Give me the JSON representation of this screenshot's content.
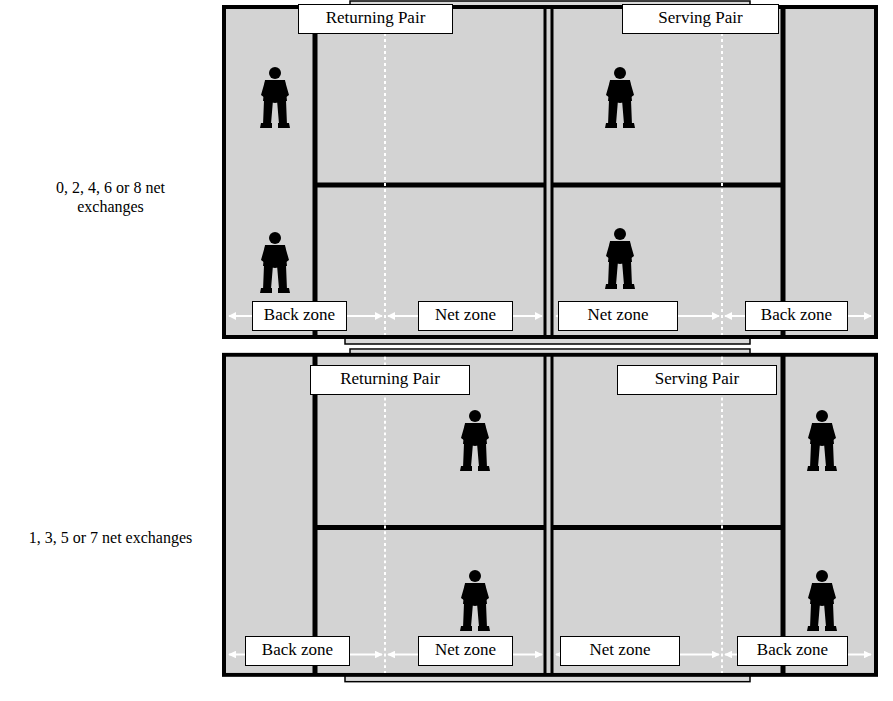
{
  "diagram": {
    "nodes": [
      {
        "text": [
          "Returning Pair"
        ]
      },
      {
        "text": [
          "Serving Pair"
        ]
      },
      {
        "text": [
          "Back zone"
        ]
      },
      {
        "text": [
          "Net zone"
        ]
      },
      {
        "text": [
          "Net zone"
        ]
      },
      {
        "text": [
          "Back zone"
        ]
      },
      {
        "text": [
          "Returning Pair"
        ]
      },
      {
        "text": [
          "Serving Pair"
        ]
      },
      {
        "text": [
          "Back zone"
        ]
      },
      {
        "text": [
          "Net zone"
        ]
      },
      {
        "text": [
          "Net zone"
        ]
      },
      {
        "text": [
          "Back zone"
        ]
      }
    ],
    "labels": [
      "0, 2, 4, 6 or 8 net exchanges",
      "1, 3, 5 or 7 net exchanges"
    ]
  }
}
